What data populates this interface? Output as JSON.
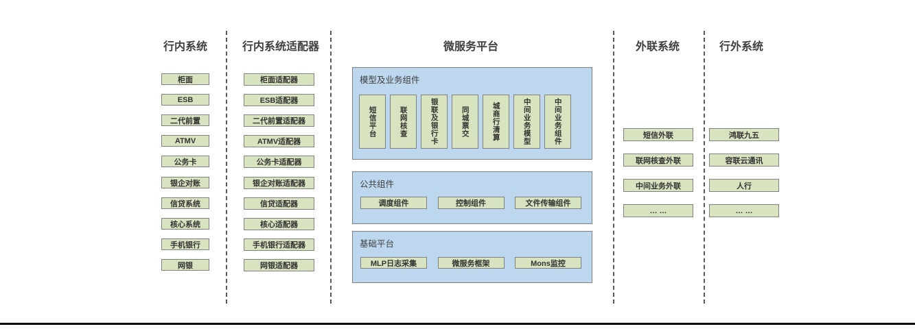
{
  "diagram": {
    "headers": [
      {
        "label": "行内系统"
      },
      {
        "label": "行内系统适配器"
      },
      {
        "label": "微服务平台"
      },
      {
        "label": "外联系统"
      },
      {
        "label": "行外系统"
      }
    ],
    "columns": [
      {
        "name": "internal-systems",
        "items": [
          "柜面",
          "ESB",
          "二代前置",
          "ATMV",
          "公务卡",
          "银企对账",
          "信贷系统",
          "核心系统",
          "手机银行",
          "网银"
        ]
      },
      {
        "name": "internal-system-adapters",
        "items": [
          "柜面适配器",
          "ESB适配器",
          "二代前置适配器",
          "ATMV适配器",
          "公务卡适配器",
          "银企对账适配器",
          "信贷适配器",
          "核心适配器",
          "手机银行适配器",
          "网银适配器"
        ]
      },
      {
        "name": "external-link-systems",
        "items": [
          "短信外联",
          "联网核查外联",
          "中间业务外联",
          "… …"
        ]
      },
      {
        "name": "outside-systems",
        "items": [
          "鸿联九五",
          "容联云通讯",
          "人行",
          "… …"
        ]
      }
    ],
    "platform": {
      "sections": [
        {
          "name": "model-and-business-components",
          "label": "模型及业务组件",
          "items": [
            "短信平台",
            "联网核查",
            "银联及银行卡",
            "同城票交",
            "城商行清算",
            "中间业务模型",
            "中间业务组件"
          ]
        },
        {
          "name": "common-components",
          "label": "公共组件",
          "items": [
            "调度组件",
            "控制组件",
            "文件传输组件"
          ]
        },
        {
          "name": "base-platform",
          "label": "基础平台",
          "items": [
            "MLP日志采集",
            "微服务框架",
            "Mons监控"
          ]
        }
      ]
    },
    "colors": {
      "green_fill": "#d8e4c0",
      "green_border": "#808080",
      "blue_fill": "#bdd7ee",
      "blue_border": "#7f7f7f",
      "dash": "#595959",
      "heading_text": "#3f3f3f",
      "box_text": "#333333",
      "bottom_rule": "#000000"
    }
  }
}
